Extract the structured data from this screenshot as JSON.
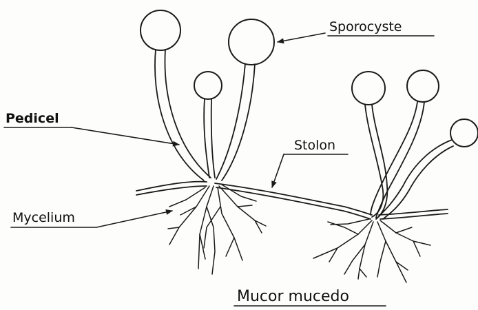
{
  "diagram": {
    "title": "Mucor mucedo",
    "labels": {
      "sporocyste": "Sporocyste",
      "pedicel": "Pedicel",
      "stolon": "Stolon",
      "mycelium": "Mycelium"
    }
  },
  "colors": {
    "ink": "#1a1a1a",
    "paper": "#fdfdfc"
  }
}
